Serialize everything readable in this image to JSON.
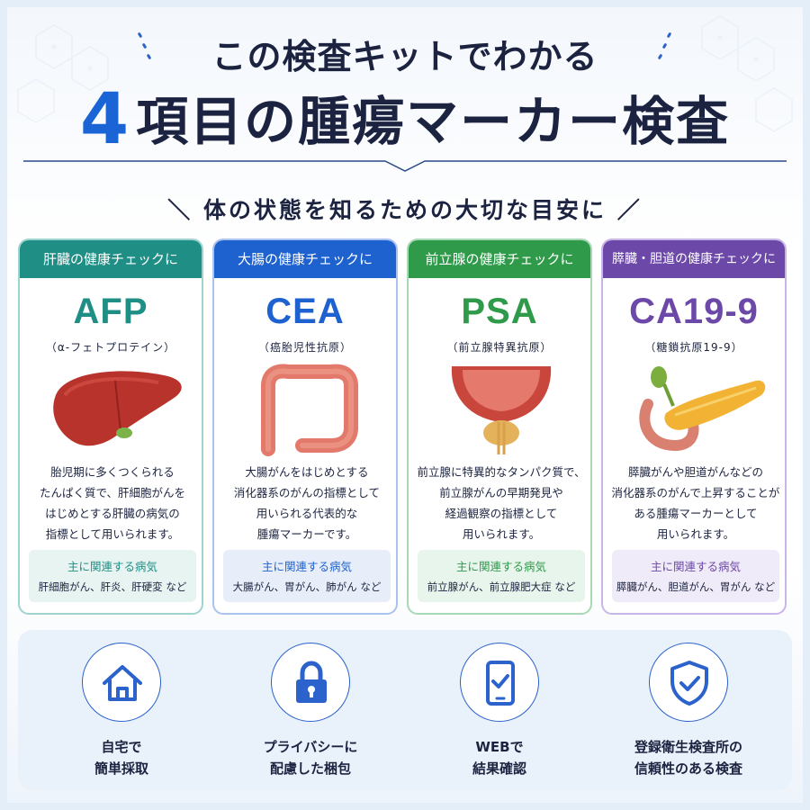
{
  "header": {
    "line1": "この検査キットでわかる",
    "line2_number": "4",
    "line2_text": "項目の腫瘍マーカー検査",
    "subhead": "＼ 体の状態を知るための大切な目安に ／"
  },
  "colors": {
    "teal": "#1f8f86",
    "blue": "#1e62d0",
    "green": "#2e9a4a",
    "purple": "#6c49a8",
    "navy": "#1b2340",
    "accent": "#1a64d6"
  },
  "cards": [
    {
      "band": "肝臓の健康チェックに",
      "code": "AFP",
      "sub": "（α-フェトプロテイン）",
      "organ_icon": "liver-icon",
      "desc": [
        "胎児期に多くつくられる",
        "たんぱく質で、肝細胞がんを",
        "はじめとする肝臓の病気の",
        "指標として用いられます。"
      ],
      "rel_title": "主に関連する病気",
      "rel_list": "肝細胞がん、肝炎、肝硬変 など"
    },
    {
      "band": "大腸の健康チェックに",
      "code": "CEA",
      "sub": "（癌胎児性抗原）",
      "organ_icon": "colon-icon",
      "desc": [
        "大腸がんをはじめとする",
        "消化器系のがんの指標として",
        "用いられる代表的な",
        "腫瘍マーカーです。"
      ],
      "rel_title": "主に関連する病気",
      "rel_list": "大腸がん、胃がん、肺がん など"
    },
    {
      "band": "前立腺の健康チェックに",
      "code": "PSA",
      "sub": "（前立腺特異抗原）",
      "organ_icon": "prostate-icon",
      "desc": [
        "前立腺に特異的なタンパク質で、",
        "前立腺がんの早期発見や",
        "経過観察の指標として",
        "用いられます。"
      ],
      "rel_title": "主に関連する病気",
      "rel_list": "前立腺がん、前立腺肥大症 など"
    },
    {
      "band": "膵臓・胆道の健康チェックに",
      "code": "CA19-9",
      "sub": "（糖鎖抗原19-9）",
      "organ_icon": "pancreas-icon",
      "desc": [
        "膵臓がんや胆道がんなどの",
        "消化器系のがんで上昇することが",
        "ある腫瘍マーカーとして",
        "用いられます。"
      ],
      "rel_title": "主に関連する病気",
      "rel_list": "膵臓がん、胆道がん、胃がん など"
    }
  ],
  "features": [
    {
      "icon": "house-icon",
      "line1": "自宅で",
      "line2": "簡単採取"
    },
    {
      "icon": "lock-icon",
      "line1": "プライバシーに",
      "line2": "配慮した梱包"
    },
    {
      "icon": "smartphone-check-icon",
      "line1": "WEBで",
      "line2": "結果確認"
    },
    {
      "icon": "shield-check-icon",
      "line1": "登録衛生検査所の",
      "line2": "信頼性のある検査"
    }
  ]
}
